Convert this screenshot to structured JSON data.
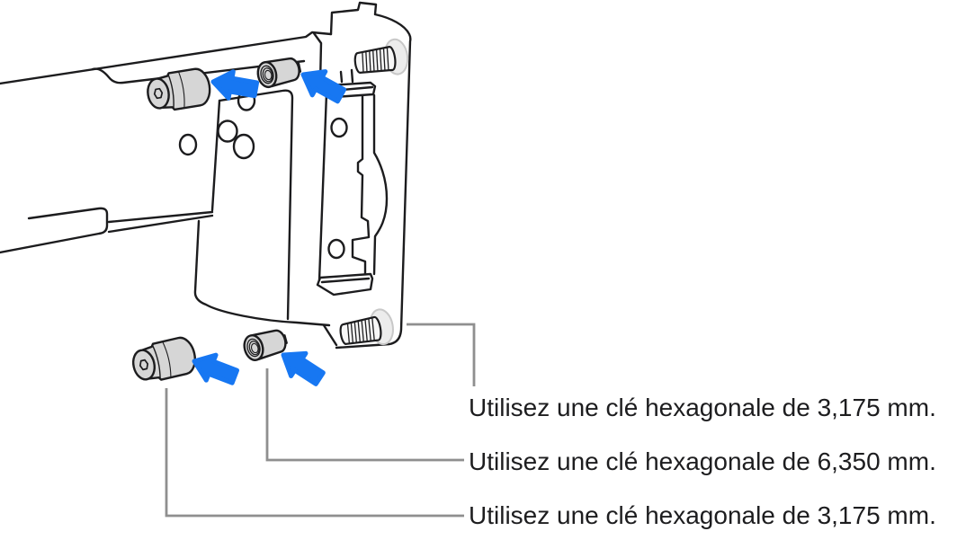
{
  "figure": {
    "background": "#ffffff",
    "colors": {
      "line": "#1c1c1e",
      "arrow_blue": "#1777f2",
      "leader_gray": "#8f8f8f",
      "screw_gray": "#d6d6d6",
      "screw_head_gray": "#ececec",
      "text": "#1d1d1f"
    },
    "icons": [
      {
        "name": "arrow-left-icon",
        "count": 4
      }
    ]
  },
  "callouts": [
    {
      "text": "Utilisez une clé hexagonale de 3,175 mm."
    },
    {
      "text": "Utilisez une clé hexagonale de 6,350 mm."
    },
    {
      "text": "Utilisez une clé hexagonale de 3,175 mm."
    }
  ]
}
